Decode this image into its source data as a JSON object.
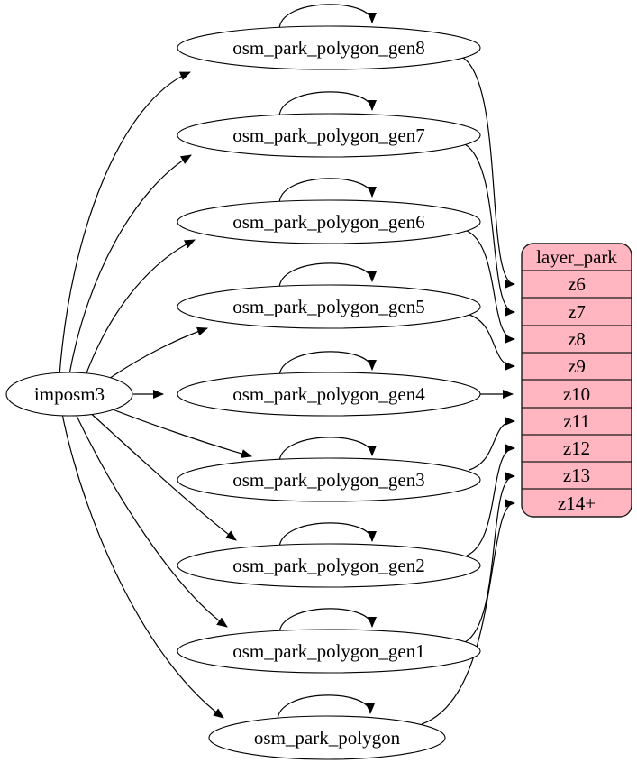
{
  "diagram": {
    "source_node": {
      "label": "imposm3"
    },
    "table_nodes": [
      {
        "label": "osm_park_polygon_gen8"
      },
      {
        "label": "osm_park_polygon_gen7"
      },
      {
        "label": "osm_park_polygon_gen6"
      },
      {
        "label": "osm_park_polygon_gen5"
      },
      {
        "label": "osm_park_polygon_gen4"
      },
      {
        "label": "osm_park_polygon_gen3"
      },
      {
        "label": "osm_park_polygon_gen2"
      },
      {
        "label": "osm_park_polygon_gen1"
      },
      {
        "label": "osm_park_polygon"
      }
    ],
    "layer_node": {
      "title": "layer_park",
      "rows": [
        "z6",
        "z7",
        "z8",
        "z9",
        "z10",
        "z11",
        "z12",
        "z13",
        "z14+"
      ]
    },
    "edges": [
      {
        "from": "imposm3",
        "to": "osm_park_polygon_gen8"
      },
      {
        "from": "imposm3",
        "to": "osm_park_polygon_gen7"
      },
      {
        "from": "imposm3",
        "to": "osm_park_polygon_gen6"
      },
      {
        "from": "imposm3",
        "to": "osm_park_polygon_gen5"
      },
      {
        "from": "imposm3",
        "to": "osm_park_polygon_gen4"
      },
      {
        "from": "imposm3",
        "to": "osm_park_polygon_gen3"
      },
      {
        "from": "imposm3",
        "to": "osm_park_polygon_gen2"
      },
      {
        "from": "imposm3",
        "to": "osm_park_polygon_gen1"
      },
      {
        "from": "imposm3",
        "to": "osm_park_polygon"
      },
      {
        "from": "osm_park_polygon_gen8",
        "to": "osm_park_polygon_gen8"
      },
      {
        "from": "osm_park_polygon_gen7",
        "to": "osm_park_polygon_gen7"
      },
      {
        "from": "osm_park_polygon_gen6",
        "to": "osm_park_polygon_gen6"
      },
      {
        "from": "osm_park_polygon_gen5",
        "to": "osm_park_polygon_gen5"
      },
      {
        "from": "osm_park_polygon_gen4",
        "to": "osm_park_polygon_gen4"
      },
      {
        "from": "osm_park_polygon_gen3",
        "to": "osm_park_polygon_gen3"
      },
      {
        "from": "osm_park_polygon_gen2",
        "to": "osm_park_polygon_gen2"
      },
      {
        "from": "osm_park_polygon_gen1",
        "to": "osm_park_polygon_gen1"
      },
      {
        "from": "osm_park_polygon",
        "to": "osm_park_polygon"
      },
      {
        "from": "osm_park_polygon_gen8",
        "to": "layer_park:z6"
      },
      {
        "from": "osm_park_polygon_gen7",
        "to": "layer_park:z7"
      },
      {
        "from": "osm_park_polygon_gen6",
        "to": "layer_park:z8"
      },
      {
        "from": "osm_park_polygon_gen5",
        "to": "layer_park:z9"
      },
      {
        "from": "osm_park_polygon_gen4",
        "to": "layer_park:z10"
      },
      {
        "from": "osm_park_polygon_gen3",
        "to": "layer_park:z11"
      },
      {
        "from": "osm_park_polygon_gen2",
        "to": "layer_park:z12"
      },
      {
        "from": "osm_park_polygon_gen1",
        "to": "layer_park:z13"
      },
      {
        "from": "osm_park_polygon",
        "to": "layer_park:z14+"
      }
    ],
    "colors": {
      "layer_fill": "#ffb6c1",
      "node_fill": "#ffffff",
      "stroke": "#000000"
    }
  }
}
